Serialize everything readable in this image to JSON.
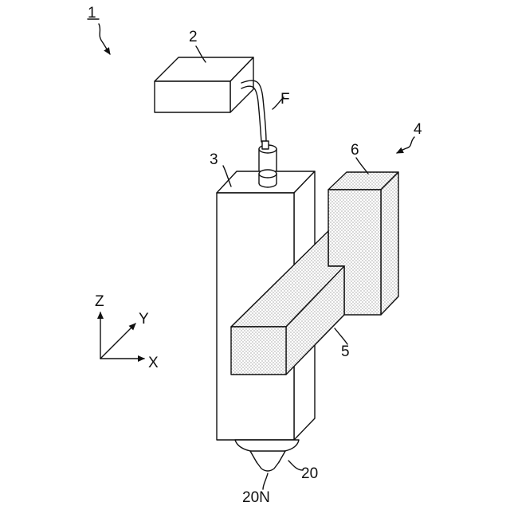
{
  "labels": {
    "system": "1",
    "light_source": "2",
    "fiber": "F",
    "head": "3",
    "stage_assembly": "4",
    "vertical_block": "6",
    "arm": "5",
    "nozzle": "20",
    "nozzle_tip": "20N"
  },
  "axes": {
    "z": "Z",
    "y": "Y",
    "x": "X"
  }
}
